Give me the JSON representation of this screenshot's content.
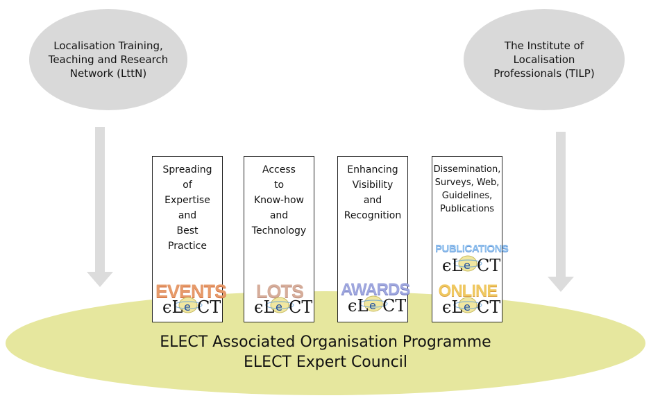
{
  "left_bubble": {
    "text": "Localisation Training,\nTeaching and Research\nNetwork (LttN)"
  },
  "right_bubble": {
    "text": "The Institute of\nLocalisation\nProfessionals (TILP)"
  },
  "base": {
    "line1": "ELECT Associated Organisation Programme",
    "line2": "ELECT Expert Council"
  },
  "cards": [
    {
      "text": "Spreading\nof\nExpertise\nand\nBest\nPractice",
      "logo_word": "EVENTS",
      "logo_colors": [
        "#e8a070",
        "#e07850"
      ]
    },
    {
      "text": "Access\nto\nKnow-how\nand\nTechnology",
      "logo_word": "LOTS",
      "logo_colors": [
        "#d8b0a0",
        "#c89080"
      ]
    },
    {
      "text": "Enhancing\nVisibility\nand\nRecognition",
      "logo_word": "AWARDS",
      "logo_colors": [
        "#a0a8e0",
        "#7078c0"
      ]
    },
    {
      "text": "Dissemination,\nSurveys, Web,\nGuidelines,\nPublications",
      "logo_word_1": "PUBLICATIONS",
      "logo_word_2": "ONLINE",
      "logo_colors_1": [
        "#a0c8f0",
        "#70a0e0"
      ],
      "logo_colors_2": [
        "#f0d070",
        "#e0a040"
      ]
    }
  ],
  "logo_mark": {
    "letters": [
      "ϵ",
      "L",
      "e",
      "C",
      "T"
    ]
  }
}
